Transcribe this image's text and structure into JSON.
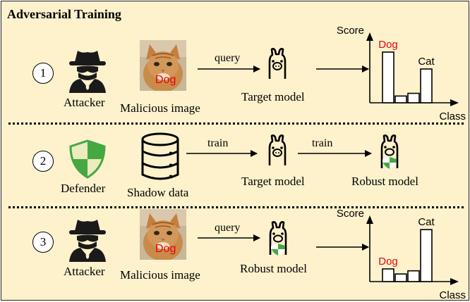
{
  "title": "Adversarial Training",
  "colors": {
    "background": "#fdf2cc",
    "shield": "#45a843",
    "dog_label": "#e8000b"
  },
  "rows": [
    {
      "number": "1",
      "actor_label": "Attacker",
      "actor_icon": "spy-icon",
      "input_label": "Malicious image",
      "input_overlay": "Dog",
      "arrow_label": "query",
      "model_label": "Target model",
      "model_icon": "llama-icon"
    },
    {
      "number": "2",
      "actor_label": "Defender",
      "actor_icon": "shield-icon",
      "input_label": "Shadow data",
      "input_icon": "database-icon",
      "arrow_label": "train",
      "model_label": "Target model",
      "arrow2_label": "train",
      "model2_label": "Robust model"
    },
    {
      "number": "3",
      "actor_label": "Attacker",
      "actor_icon": "spy-icon",
      "input_label": "Malicious image",
      "input_overlay": "Dog",
      "arrow_label": "query",
      "model_label": "Robust model",
      "model_icon": "shielded-llama-icon"
    }
  ],
  "chart_data": [
    {
      "type": "bar",
      "ylabel": "Score",
      "xlabel": "Class",
      "categories": [
        "Dog",
        "",
        "",
        "Cat"
      ],
      "values": [
        0.75,
        0.1,
        0.14,
        0.5
      ],
      "labeled": [
        "Dog",
        "Cat"
      ],
      "colors": [
        "#e8000b",
        "#000000"
      ]
    },
    {
      "type": "bar",
      "ylabel": "Score",
      "xlabel": "Class",
      "categories": [
        "Dog",
        "",
        "",
        "Cat"
      ],
      "values": [
        0.2,
        0.12,
        0.17,
        0.82
      ],
      "labeled": [
        "Dog",
        "Cat"
      ],
      "colors": [
        "#e8000b",
        "#000000"
      ]
    }
  ]
}
